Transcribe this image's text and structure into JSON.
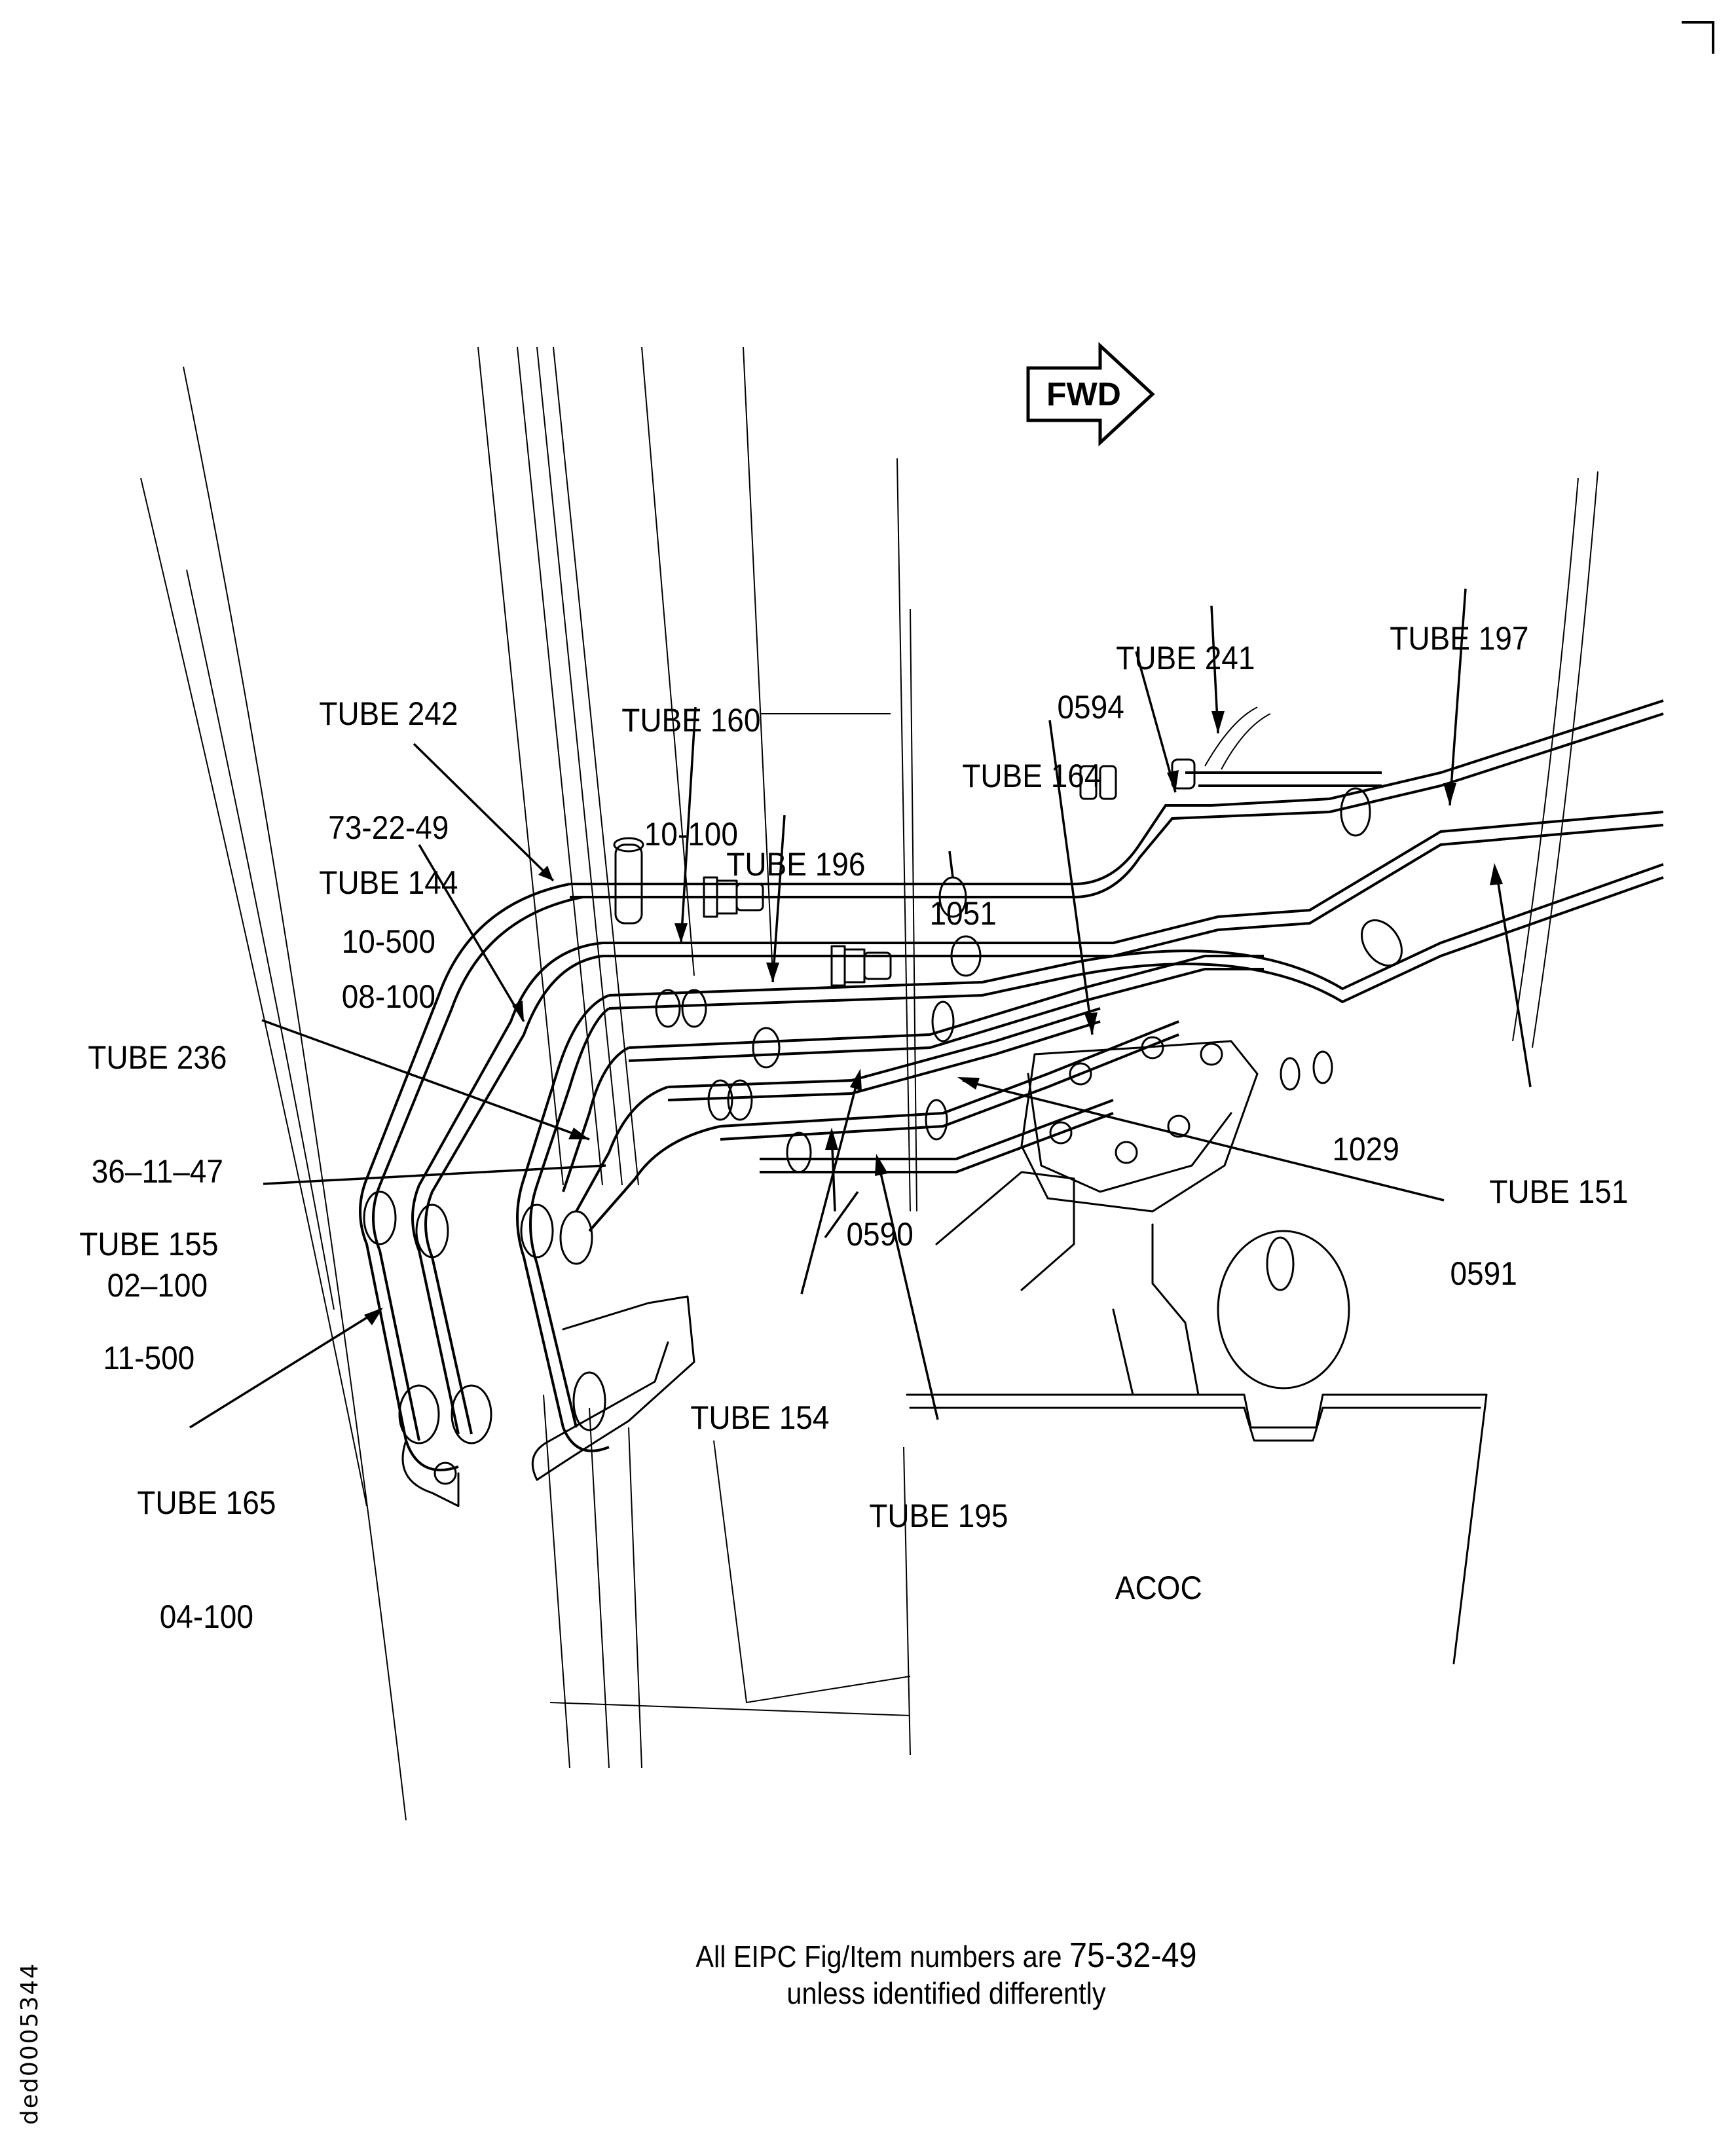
{
  "figure": {
    "orientation_marker": {
      "label": "FWD",
      "icon": "arrow-right-icon"
    },
    "drawing_id": "ded0005344",
    "footer": {
      "line1_prefix": "All EIPC Fig/Item numbers are",
      "line1_ref": "75-32-49",
      "line2": "unless identified differently"
    },
    "component_label": "ACOC",
    "callouts": [
      {
        "id": "tube-242",
        "lines": [
          "TUBE 242",
          "73-22-49",
          "10-500"
        ]
      },
      {
        "id": "tube-160",
        "lines": [
          "TUBE 160",
          "10-100"
        ]
      },
      {
        "id": "tube-144",
        "lines": [
          "TUBE 144",
          "08-100"
        ]
      },
      {
        "id": "tube-196",
        "lines": [
          "TUBE 196"
        ]
      },
      {
        "id": "item-1051",
        "lines": [
          "1051"
        ]
      },
      {
        "id": "tube-241",
        "lines": [
          "TUBE 241"
        ]
      },
      {
        "id": "item-0594",
        "lines": [
          "0594"
        ]
      },
      {
        "id": "tube-197",
        "lines": [
          "TUBE 197"
        ]
      },
      {
        "id": "tube-164",
        "lines": [
          "TUBE 164"
        ]
      },
      {
        "id": "tube-236",
        "lines": [
          "TUBE 236",
          "36–11–47",
          "02–100"
        ]
      },
      {
        "id": "tube-155",
        "lines": [
          "TUBE 155",
          "11-500"
        ]
      },
      {
        "id": "item-1029",
        "lines": [
          "1029"
        ]
      },
      {
        "id": "tube-151",
        "lines": [
          "TUBE 151"
        ]
      },
      {
        "id": "item-0590",
        "lines": [
          "0590"
        ]
      },
      {
        "id": "item-0591",
        "lines": [
          "0591"
        ]
      },
      {
        "id": "tube-154",
        "lines": [
          "TUBE 154"
        ]
      },
      {
        "id": "tube-165",
        "lines": [
          "TUBE 165",
          "04-100"
        ]
      },
      {
        "id": "tube-195",
        "lines": [
          "TUBE 195"
        ]
      }
    ]
  }
}
